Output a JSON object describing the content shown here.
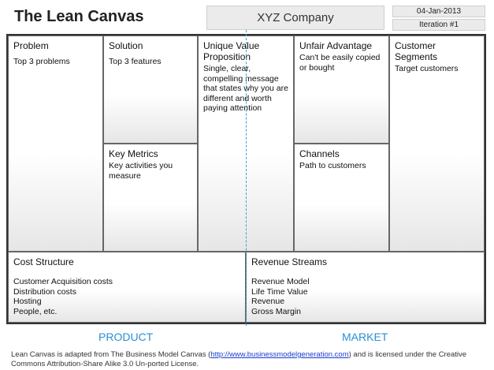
{
  "header": {
    "title": "The Lean Canvas",
    "company": "XYZ Company",
    "date": "04-Jan-2013",
    "iteration": "Iteration #1"
  },
  "blocks": {
    "problem": {
      "title": "Problem",
      "text": "Top 3 problems"
    },
    "solution": {
      "title": "Solution",
      "text": "Top 3 features"
    },
    "key_metrics": {
      "title": "Key Metrics",
      "text": "Key activities you measure"
    },
    "uvp": {
      "title": "Unique Value Proposition",
      "text": "Single, clear, compelling message that states why you are different and worth paying attention"
    },
    "unfair_advantage": {
      "title": "Unfair Advantage",
      "text": "Can't be easily copied or bought"
    },
    "channels": {
      "title": "Channels",
      "text": "Path to customers"
    },
    "customer_segments": {
      "title": "Customer Segments",
      "text": "Target customers"
    },
    "cost_structure": {
      "title": "Cost Structure",
      "items": [
        "Customer Acquisition costs",
        "Distribution costs",
        "Hosting",
        "People, etc."
      ]
    },
    "revenue_streams": {
      "title": "Revenue  Streams",
      "items": [
        "Revenue Model",
        "Life Time  Value",
        "Revenue",
        "Gross Margin"
      ]
    }
  },
  "labels": {
    "product": "PRODUCT",
    "market": "MARKET"
  },
  "footer": {
    "text_before": "Lean Canvas is adapted from The Business Model Canvas (",
    "link": "http://www.businessmodelgeneration.com",
    "text_after": ") and is licensed under the Creative Commons Attribution-Share Alike 3.0 Un-ported License."
  },
  "colors": {
    "accent": "#2a8fd6",
    "divider": "#3aa0dc",
    "link": "#1a3ecc"
  }
}
